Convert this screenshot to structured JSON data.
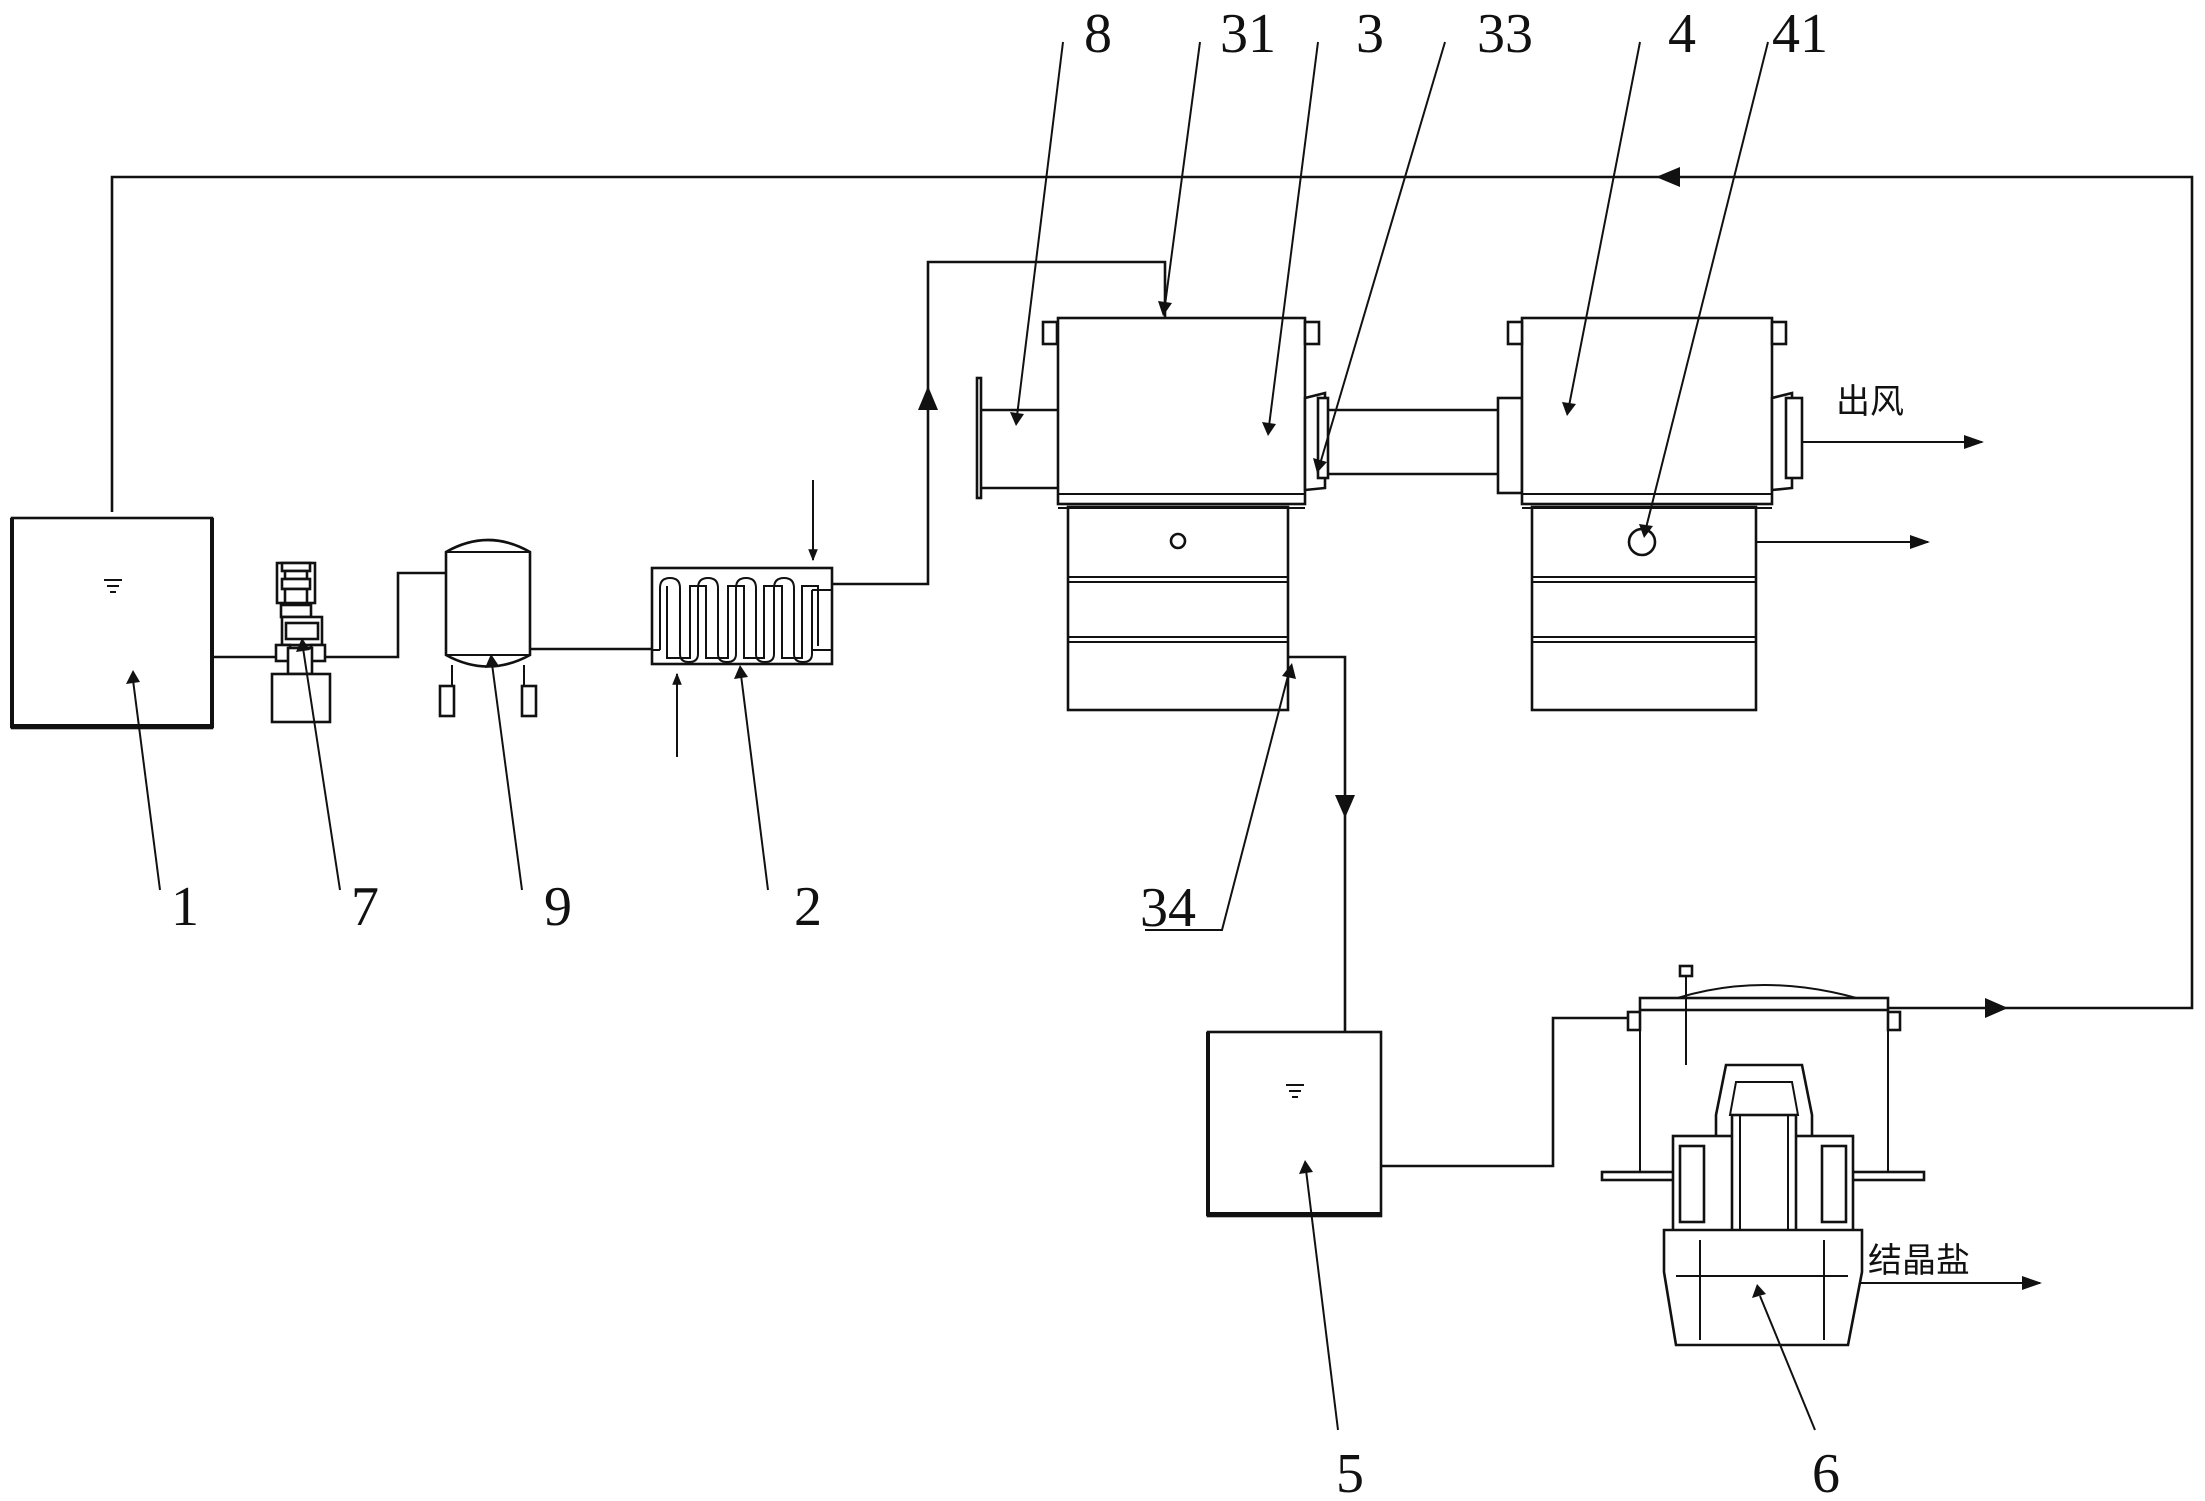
{
  "labels": {
    "l1": "1",
    "l7": "7",
    "l9": "9",
    "l2": "2",
    "l8": "8",
    "l31": "31",
    "l3": "3",
    "l33": "33",
    "l4": "4",
    "l41": "41",
    "l34": "34",
    "l5": "5",
    "l6": "6"
  },
  "outputs": {
    "air_out": "出风",
    "crystal_salt": "结晶盐"
  }
}
